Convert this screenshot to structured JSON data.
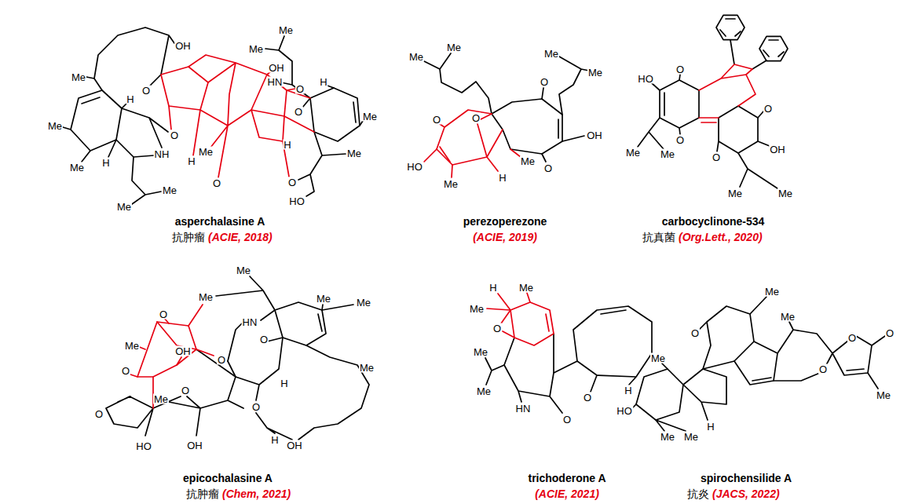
{
  "diagram": {
    "labels": [
      "asperchalasine A",
      "抗肿瘤",
      "(ACIE, 2018)",
      "OH",
      "Me",
      "O",
      "H",
      "OH",
      "O",
      "Me",
      "O",
      "NH",
      "Me",
      "H",
      "Me",
      "Me",
      "Me",
      "H",
      "O",
      "H",
      "Me",
      "Me",
      "HN",
      "H",
      "Me",
      "O",
      "Me",
      "O",
      "HO",
      "perezoperezone",
      "(ACIE, 2019)",
      "Me",
      "Me",
      "Me",
      "Me",
      "O",
      "O",
      "OH",
      "O",
      "HO",
      "Me",
      "H",
      "Me",
      "O",
      "carbocyclinone-534",
      "抗真菌",
      "(Org.Lett., 2020)",
      "HO",
      "O",
      "O",
      "Me",
      "Me",
      "O",
      "OH",
      "O",
      "Me",
      "Me",
      "epicochalasine A",
      "抗肿瘤",
      "(Chem, 2021)",
      "Me",
      "Me",
      "HN",
      "Me",
      "Me",
      "O",
      "Me",
      "OH",
      "O",
      "O",
      "O",
      "O",
      "Me",
      "O",
      "H",
      "Me",
      "O",
      "H",
      "HO",
      "OH",
      "OH",
      "trichoderone A",
      "(ACIE, 2021)",
      "H",
      "Me",
      "Me",
      "O",
      "Me",
      "Me",
      "HN",
      "O",
      "O",
      "H",
      "spirochensilide A",
      "抗炎",
      "(JACS, 2022)",
      "Me",
      "O",
      "Me",
      "O",
      "O",
      "O",
      "Me",
      "Me",
      "HO",
      "Me",
      "Me",
      "H"
    ]
  }
}
